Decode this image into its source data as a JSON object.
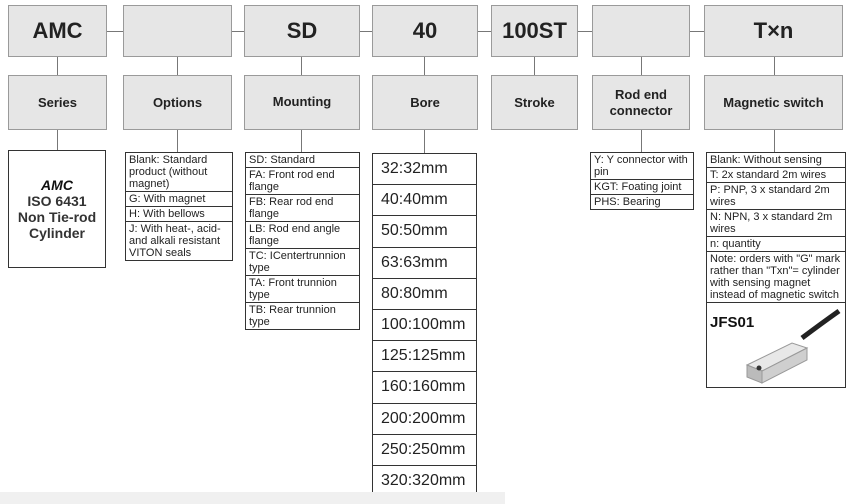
{
  "codes": [
    "AMC",
    "",
    "SD",
    "40",
    "100ST",
    "",
    "T×n"
  ],
  "labels": [
    "Series",
    "Options",
    "Mounting",
    "Bore",
    "Stroke",
    "Rod end connector",
    "Magnetic switch"
  ],
  "series": {
    "line1": "AMC",
    "line2": "ISO 6431",
    "line3": "Non Tie-rod",
    "line4": "Cylinder"
  },
  "options": [
    "Blank: Standard product (without magnet)",
    "G: With magnet",
    "H: With bellows",
    "J: With heat-, acid- and alkali resistant VITON seals"
  ],
  "mounting": [
    "SD: Standard",
    "FA:  Front rod end flange",
    "FB: Rear rod end flange",
    "LB: Rod end angle flange",
    "TC: ICentertrunnion type",
    "TA: Front trunnion type",
    "TB: Rear trunnion type"
  ],
  "bore": [
    "32:32mm",
    "40:40mm",
    "50:50mm",
    "63:63mm",
    "80:80mm",
    "100:100mm",
    "125:125mm",
    "160:160mm",
    "200:200mm",
    "250:250mm",
    "320:320mm"
  ],
  "rod_end": [
    "Y: Y connector with pin",
    "KGT: Foating joint",
    "PHS: Bearing"
  ],
  "magnetic": [
    "Blank: Without sensing",
    "T: 2x standard 2m wires",
    "P: PNP, 3 x standard 2m wires",
    "N: NPN, 3 x standard 2m wires",
    "n: quantity",
    "Note: orders with \"G\" mark rather than \"Txn\"= cylinder with sensing magnet instead of magnetic switch"
  ],
  "sensor_label": "JFS01"
}
